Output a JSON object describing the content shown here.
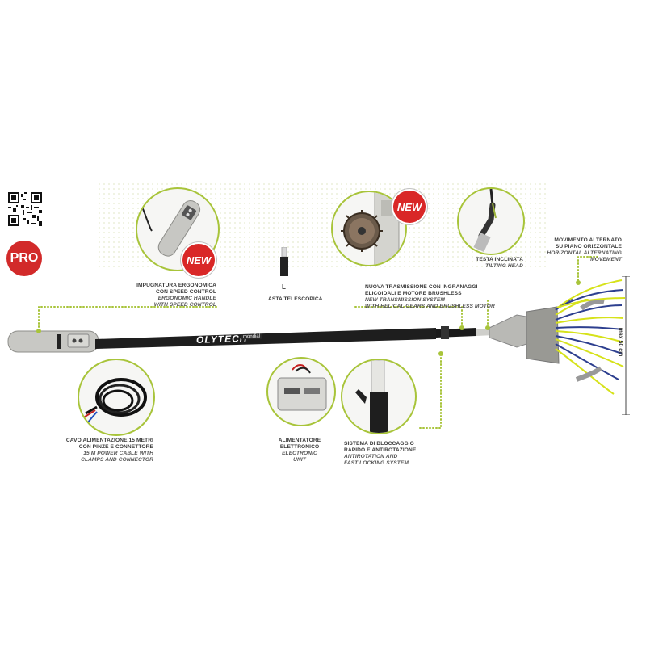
{
  "badges": {
    "pro": "PRO",
    "new": "NEW"
  },
  "brand": {
    "logo": "OLYTECH",
    "model": "mondial"
  },
  "labels": {
    "handle": {
      "it": "IMPUGNATURA ERGONOMICA\nCON SPEED CONTROL",
      "en": "ERGONOMIC HANDLE\nWITH SPEED CONTROL"
    },
    "telescopic": {
      "letter": "L",
      "it": "ASTA TELESCOPICA"
    },
    "transmission": {
      "it": "NUOVA TRASMISSIONE CON INGRANAGGI\nELICOIDALI E MOTORE BRUSHLESS",
      "en": "NEW TRANSMISSION SYSTEM\nWITH HELICAL GEARS AND BRUSHLESS MOTOR"
    },
    "tilting": {
      "it": "TESTA INCLINATA",
      "en": "TILTING HEAD"
    },
    "movement": {
      "it": "MOVIMENTO ALTERNATO\nSU PIANO ORIZZONTALE",
      "en": "HORIZONTAL ALTERNATING\nMOVEMENT"
    },
    "max": "max 50 cm",
    "cable": {
      "it": "CAVO ALIMENTAZIONE 15 METRI\nCON PINZE E CONNETTORE",
      "en": "15 M POWER CABLE WITH\nCLAMPS AND CONNECTOR"
    },
    "unit": {
      "it": "ALIMENTATORE\nELETTRONICO",
      "en": "ELECTRONIC\nUNIT"
    },
    "locking": {
      "it": "SISTEMA DI BLOCCAGGIO\nRAPIDO E ANTIROTAZIONE",
      "en": "ANTIROTATION AND\nFAST LOCKING SYSTEM"
    }
  },
  "colors": {
    "accent": "#a8c43a",
    "badge_red": "#d22a2a",
    "pole": "#1e1e1e",
    "tine_yellow": "#d6e21a",
    "tine_blue": "#2d3f8f"
  }
}
